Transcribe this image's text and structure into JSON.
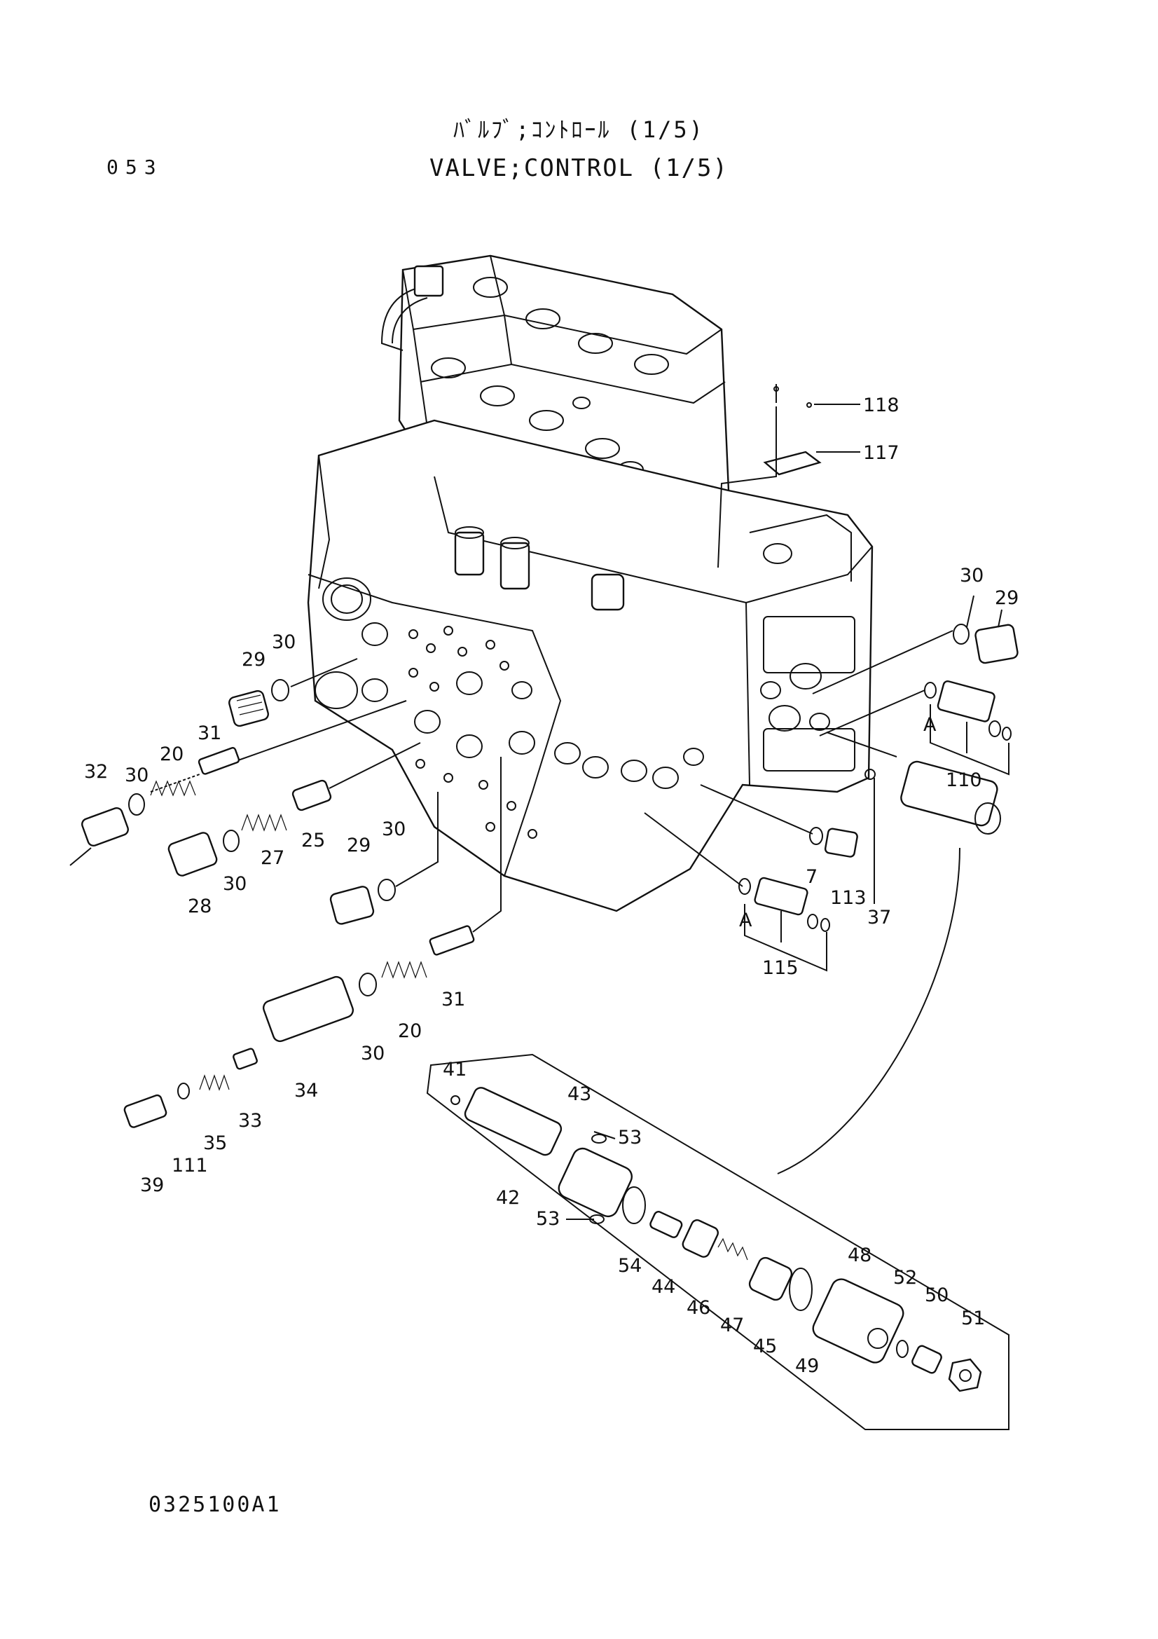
{
  "header": {
    "page_code": "053",
    "title_jp": "ﾊﾞﾙﾌﾞ;ｺﾝﾄﾛｰﾙ (1/5)",
    "title_en": "VALVE;CONTROL (1/5)"
  },
  "footer": {
    "drawing_code": "0325100A1"
  },
  "callouts": [
    "118",
    "117",
    "30",
    "29",
    "A",
    "110",
    "37",
    "113",
    "7",
    "A",
    "115",
    "29",
    "30",
    "31",
    "20",
    "30",
    "32",
    "28",
    "30",
    "27",
    "25",
    "29",
    "30",
    "31",
    "20",
    "30",
    "34",
    "33",
    "35",
    "111",
    "39",
    "41",
    "43",
    "53",
    "42",
    "53",
    "54",
    "44",
    "46",
    "47",
    "45",
    "49",
    "48",
    "52",
    "50",
    "51"
  ]
}
